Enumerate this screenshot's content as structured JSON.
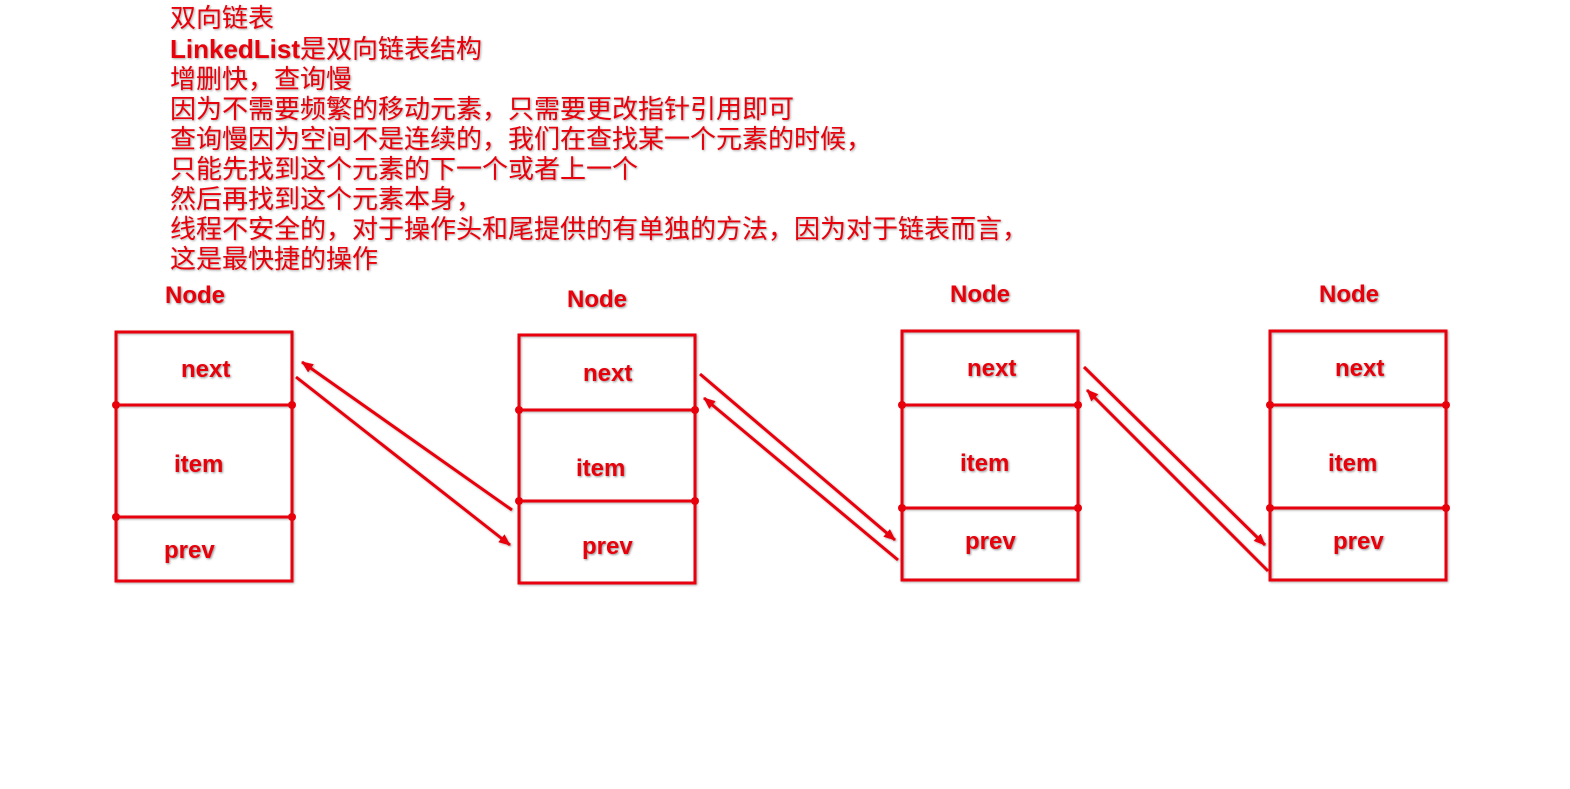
{
  "notes": {
    "line1": "双向链表",
    "line2_bold": "LinkedList",
    "line2_rest": "是双向链表结构",
    "line3": "增删快，查询慢",
    "line4": "因为不需要频繁的移动元素，只需要更改指针引用即可",
    "line5": "查询慢因为空间不是连续的，我们在查找某一个元素的时候，",
    "line6": "只能先找到这个元素的下一个或者上一个",
    "line7": "然后再找到这个元素本身，",
    "line8": "线程不安全的，对于操作头和尾提供的有单独的方法，因为对于链表而言，",
    "line9": "这是最快捷的操作"
  },
  "nodes": [
    {
      "title": "Node",
      "next": "next",
      "item": "item",
      "prev": "prev"
    },
    {
      "title": "Node",
      "next": "next",
      "item": "item",
      "prev": "prev"
    },
    {
      "title": "Node",
      "next": "next",
      "item": "item",
      "prev": "prev"
    },
    {
      "title": "Node",
      "next": "next",
      "item": "item",
      "prev": "prev"
    }
  ],
  "colors": {
    "accent": "#e8000b",
    "background": "#ffffff"
  }
}
